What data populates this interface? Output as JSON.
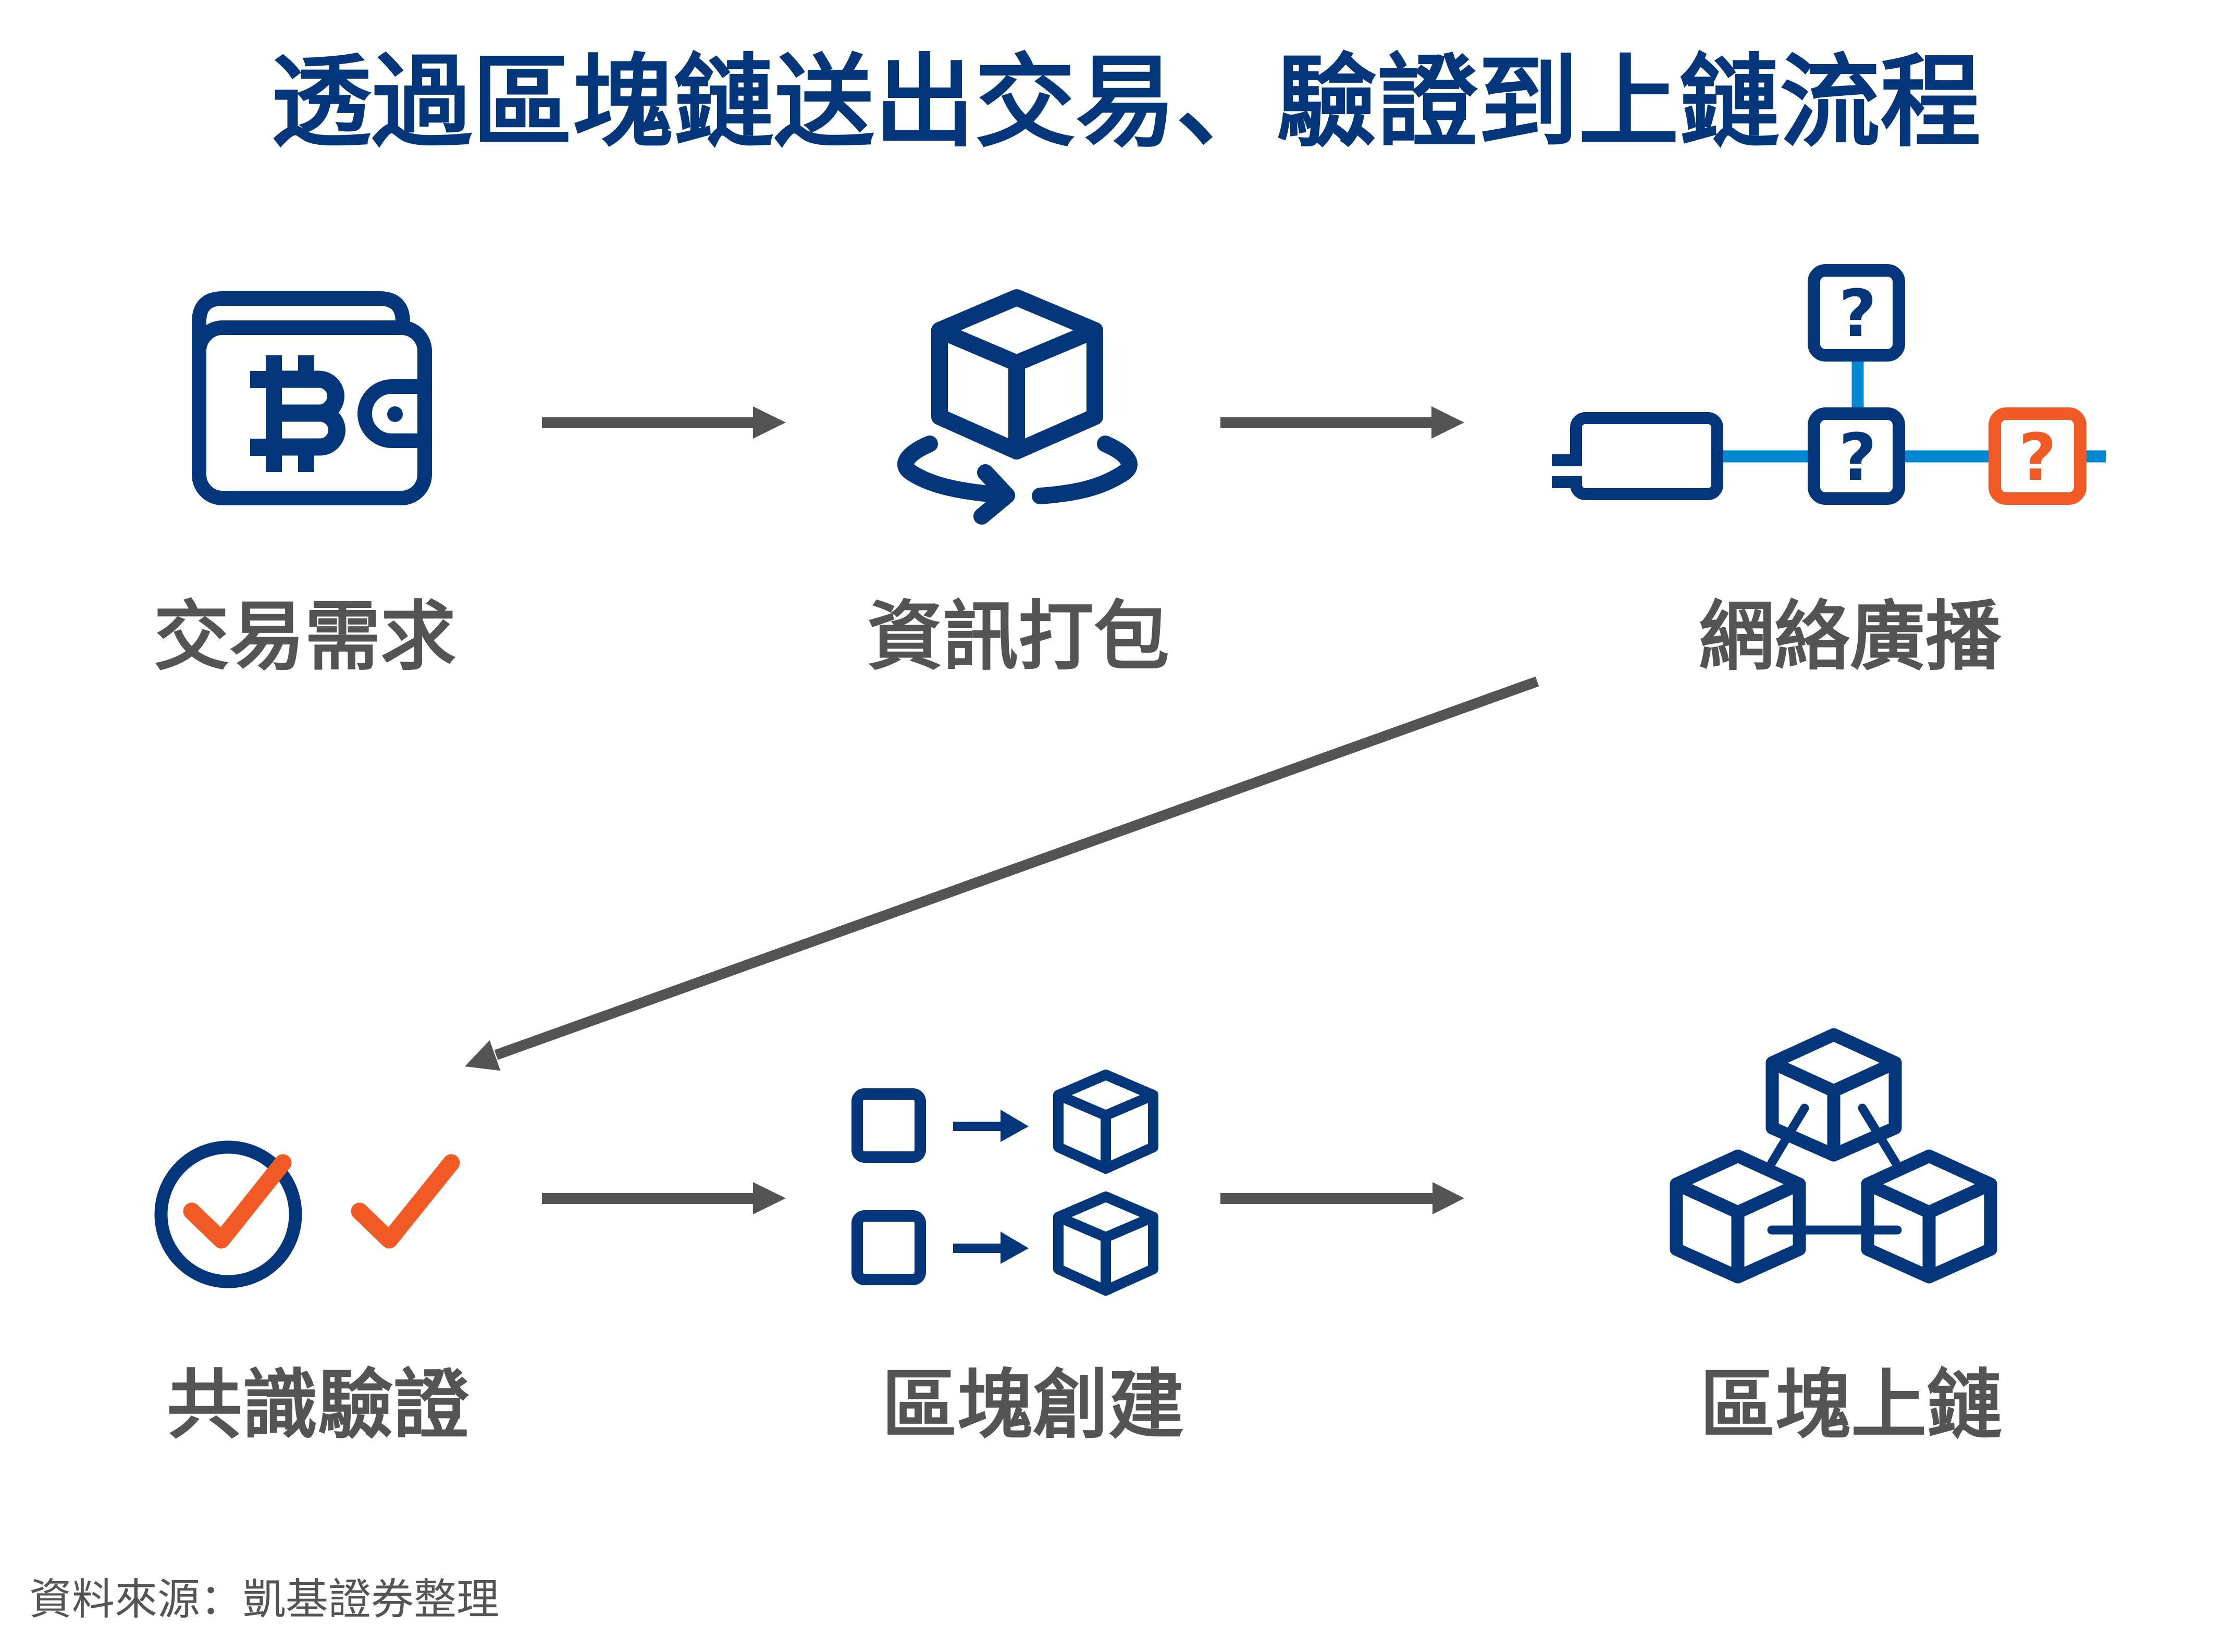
{
  "title": "透過區塊鏈送出交易、驗證到上鏈流程",
  "steps": [
    {
      "label": "交易需求",
      "icon": "bitcoin-wallet-icon"
    },
    {
      "label": "資訊打包",
      "icon": "package-rotate-icon"
    },
    {
      "label": "網絡廣播",
      "icon": "network-broadcast-icon"
    },
    {
      "label": "共識驗證",
      "icon": "double-check-icon"
    },
    {
      "label": "區塊創建",
      "icon": "block-creation-icon"
    },
    {
      "label": "區塊上鏈",
      "icon": "blockchain-icon"
    }
  ],
  "flow": [
    {
      "from": "交易需求",
      "to": "資訊打包"
    },
    {
      "from": "資訊打包",
      "to": "網絡廣播"
    },
    {
      "from": "網絡廣播",
      "to": "共識驗證"
    },
    {
      "from": "共識驗證",
      "to": "區塊創建"
    },
    {
      "from": "區塊創建",
      "to": "區塊上鏈"
    }
  ],
  "network": {
    "node_glyph": "?"
  },
  "source": "資料來源：凱基證券整理",
  "colors": {
    "primary_navy": "#03367A",
    "accent_blue": "#0288D1",
    "accent_orange": "#F15A24",
    "text_gray": "#545454",
    "arrow_gray": "#545454",
    "background": "#FFFFFF"
  }
}
